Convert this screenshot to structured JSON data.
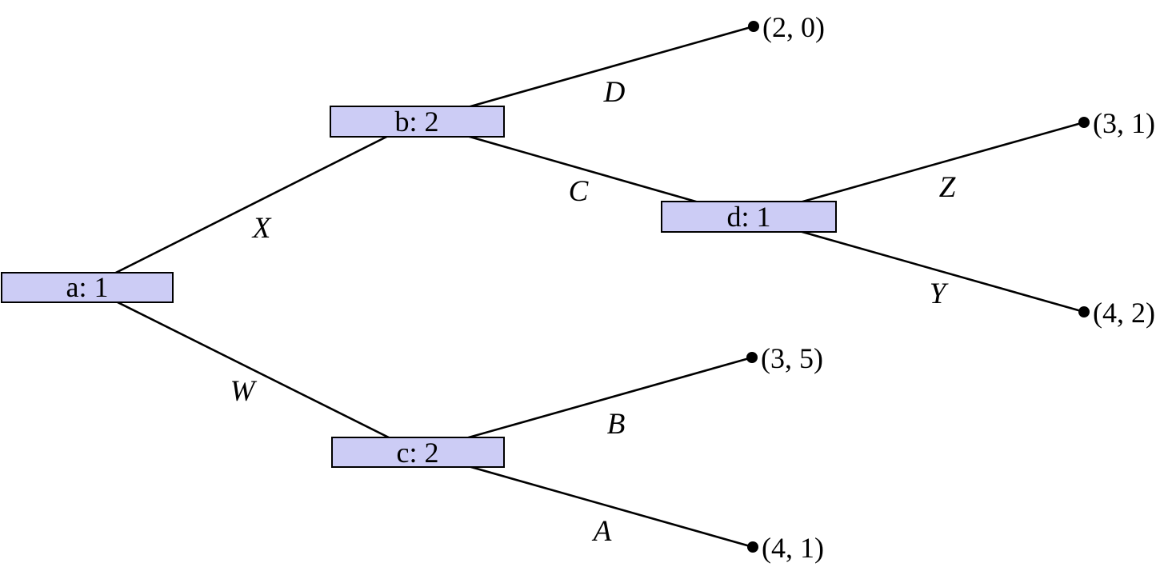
{
  "diagram": {
    "kind": "game-tree",
    "description": "Extensive-form game tree with labeled decision nodes and payoff leaves"
  },
  "style": {
    "background": "#ffffff",
    "node_fill": "#ccccf5",
    "node_border": "#000000",
    "edge_color": "#000000",
    "text_color": "#000000"
  },
  "tree": {
    "root": "a",
    "internal_nodes": [
      {
        "id": "a",
        "label": "a: 1",
        "player": "1"
      },
      {
        "id": "b",
        "label": "b: 2",
        "player": "2"
      },
      {
        "id": "c",
        "label": "c: 2",
        "player": "2"
      },
      {
        "id": "d",
        "label": "d: 1",
        "player": "1"
      }
    ],
    "edges": [
      {
        "from": "a",
        "to": "b",
        "label": "X"
      },
      {
        "from": "a",
        "to": "c",
        "label": "W"
      },
      {
        "from": "b",
        "to": "leaf_2_0",
        "label": "D"
      },
      {
        "from": "b",
        "to": "d",
        "label": "C"
      },
      {
        "from": "d",
        "to": "leaf_3_1",
        "label": "Z"
      },
      {
        "from": "d",
        "to": "leaf_4_2",
        "label": "Y"
      },
      {
        "from": "c",
        "to": "leaf_3_5",
        "label": "B"
      },
      {
        "from": "c",
        "to": "leaf_4_1",
        "label": "A"
      }
    ],
    "leaves": [
      {
        "id": "leaf_2_0",
        "payoff": "(2, 0)"
      },
      {
        "id": "leaf_3_1",
        "payoff": "(3, 1)"
      },
      {
        "id": "leaf_4_2",
        "payoff": "(4, 2)"
      },
      {
        "id": "leaf_3_5",
        "payoff": "(3, 5)"
      },
      {
        "id": "leaf_4_1",
        "payoff": "(4, 1)"
      }
    ]
  }
}
